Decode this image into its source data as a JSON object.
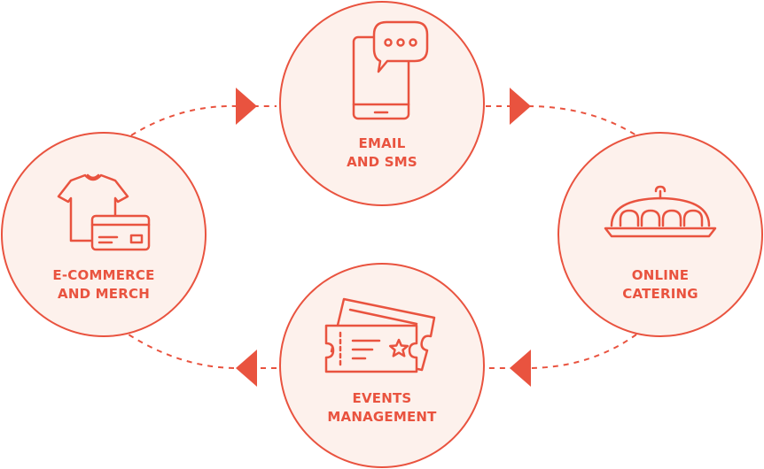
{
  "colors": {
    "accent": "#E9533F",
    "circle_fill": "#FDF1EC",
    "background": "#FFFFFF"
  },
  "nodes": {
    "email_sms": {
      "icon": "phone-chat-icon",
      "line1": "EMAIL",
      "line2": "AND SMS"
    },
    "catering": {
      "icon": "food-tray-icon",
      "line1": "ONLINE",
      "line2": "CATERING"
    },
    "events": {
      "icon": "tickets-icon",
      "line1": "EVENTS",
      "line2": "MANAGEMENT"
    },
    "ecommerce": {
      "icon": "shirt-card-icon",
      "line1": "E-COMMERCE",
      "line2": "AND MERCH"
    }
  },
  "flow_direction": "clockwise"
}
